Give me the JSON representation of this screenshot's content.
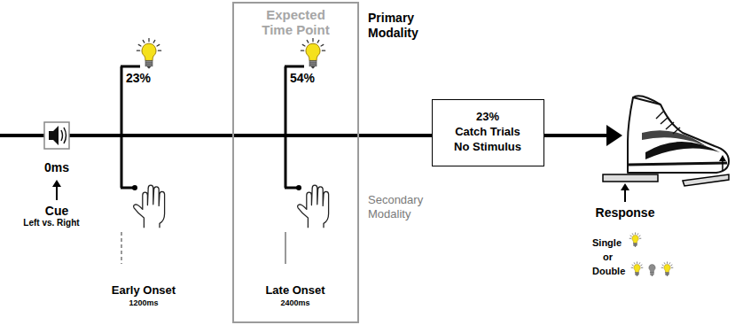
{
  "diagram": {
    "nodes": [
      {
        "text": [
          "Expected Time Point"
        ]
      },
      {
        "text": [
          "23%",
          "Catch Trials No Stimulus"
        ]
      }
    ],
    "labels": [
      "0ms",
      "Cue",
      "Left vs. Right",
      "23%",
      "Early Onset",
      "1200ms",
      "54%",
      "Late Onset",
      "2400ms",
      "Primary Modality",
      "Secondary Modality",
      "Response",
      "Single",
      "or",
      "Double"
    ]
  }
}
